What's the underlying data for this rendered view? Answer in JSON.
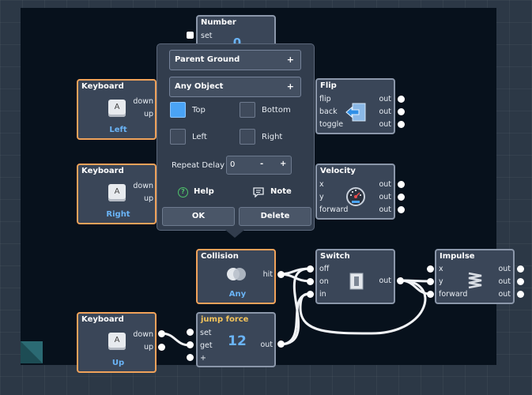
{
  "nodes": {
    "number": {
      "title": "Number",
      "set": "set",
      "value": "0"
    },
    "keyboard_left": {
      "title": "Keyboard",
      "key": "A",
      "down": "down",
      "up": "up",
      "label": "Left"
    },
    "keyboard_right": {
      "title": "Keyboard",
      "key": "A",
      "down": "down",
      "up": "up",
      "label": "Right"
    },
    "keyboard_up": {
      "title": "Keyboard",
      "key": "A",
      "down": "down",
      "up": "up",
      "label": "Up"
    },
    "flip": {
      "title": "Flip",
      "ports": [
        "flip",
        "back",
        "toggle"
      ],
      "out": "out"
    },
    "velocity": {
      "title": "Velocity",
      "ports": [
        "x",
        "y",
        "forward"
      ],
      "out": "out"
    },
    "collision": {
      "title": "Collision",
      "hit": "hit",
      "label": "Any"
    },
    "switch": {
      "title": "Switch",
      "ports": [
        "off",
        "on",
        "in"
      ],
      "out": "out"
    },
    "impulse": {
      "title": "Impulse",
      "ports": [
        "x",
        "y",
        "forward"
      ],
      "out": "out"
    },
    "jump_force": {
      "title": "jump force",
      "ports": [
        "set",
        "get",
        "+"
      ],
      "value": "12",
      "out": "out"
    }
  },
  "popup": {
    "dropdown1": "Parent Ground",
    "dropdown2": "Any Object",
    "plus": "+",
    "checkboxes": {
      "top": "Top",
      "bottom": "Bottom",
      "left": "Left",
      "right": "Right"
    },
    "checked": {
      "top": true,
      "bottom": false,
      "left": false,
      "right": false
    },
    "repeat_delay_label": "Repeat Delay",
    "repeat_delay_value": "0",
    "minus": "-",
    "help_label": "Help",
    "note_label": "Note",
    "ok_label": "OK",
    "delete_label": "Delete"
  },
  "colors": {
    "accent_blue": "#4aa3f5",
    "selected_border": "#f0a25a",
    "node_border": "#8b97aa",
    "canvas": "#07111c"
  }
}
